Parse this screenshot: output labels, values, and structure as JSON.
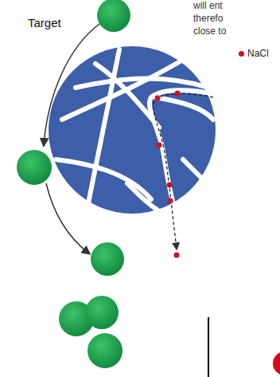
{
  "diagram": {
    "labels": [
      "Target",
      "will ent",
      "therefo",
      "close to"
    ],
    "legend": [
      {
        "text": "NaCl",
        "color": "#d0101e"
      }
    ]
  }
}
